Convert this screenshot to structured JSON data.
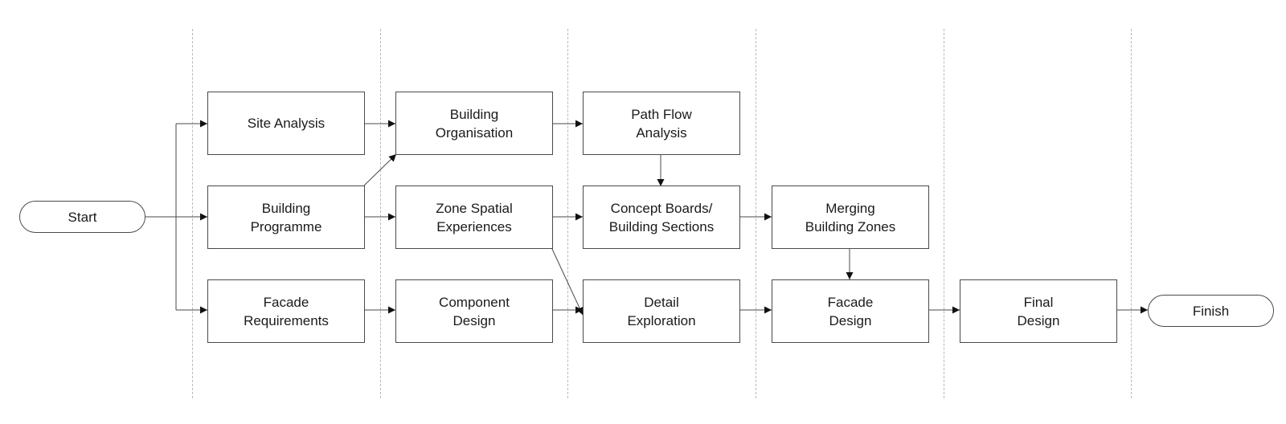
{
  "diagram": {
    "start_label": "Start",
    "finish_label": "Finish",
    "steps": {
      "site_analysis": "Site Analysis",
      "building_programme": "Building\nProgramme",
      "facade_requirements": "Facade\nRequirements",
      "building_organisation": "Building\nOrganisation",
      "zone_spatial_experiences": "Zone Spatial\nExperiences",
      "component_design": "Component\nDesign",
      "path_flow_analysis": "Path Flow\nAnalysis",
      "concept_boards": "Concept Boards/\nBuilding Sections",
      "detail_exploration": "Detail\nExploration",
      "merging_building_zones": "Merging\nBuilding Zones",
      "facade_design": "Facade\nDesign",
      "final_design": "Final\nDesign"
    },
    "colors": {
      "stroke": "#4a4a4a",
      "divider": "#b9b9b9",
      "text": "#1a1a1a"
    }
  }
}
